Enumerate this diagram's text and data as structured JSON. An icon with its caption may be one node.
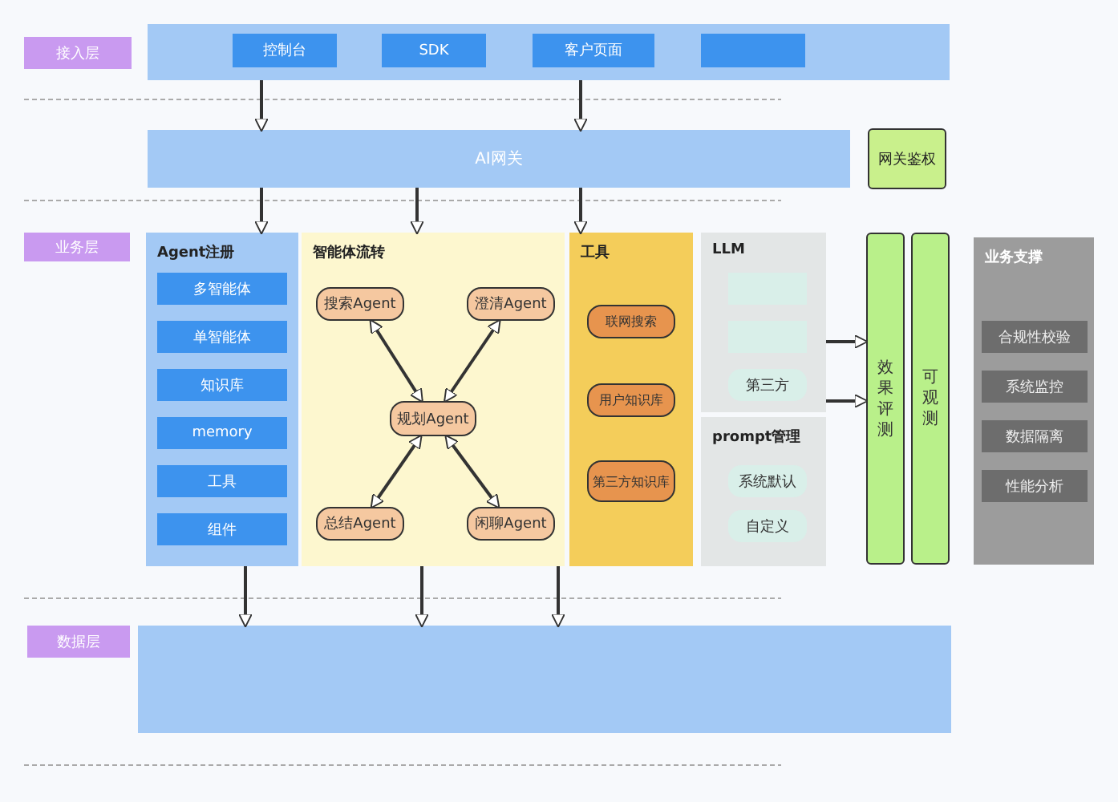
{
  "diagram": {
    "nodes": [
      {
        "text": [
          "接入层"
        ]
      },
      {
        "text": [],
        "shape": "box"
      },
      {
        "text": [
          "控制台"
        ],
        "in": 1
      },
      {
        "text": [
          "SDK"
        ],
        "in": 1
      },
      {
        "text": [
          "客户页面"
        ],
        "in": 1
      },
      {
        "text": [],
        "shape": "box",
        "in": 1
      },
      {
        "text": [
          "AI网关"
        ]
      },
      {
        "text": [
          "网关鉴权"
        ]
      },
      {
        "text": [
          "业务层"
        ]
      },
      {
        "text": [
          "Agent注册"
        ]
      },
      {
        "text": [
          "多智能体"
        ],
        "in": 9
      },
      {
        "text": [
          "单智能体"
        ],
        "in": 9
      },
      {
        "text": [
          "知识库"
        ],
        "in": 9
      },
      {
        "text": [
          "memory"
        ],
        "in": 9
      },
      {
        "text": [
          "工具"
        ],
        "in": 9
      },
      {
        "text": [
          "组件"
        ],
        "in": 9
      },
      {
        "text": [
          "智能体流转"
        ]
      },
      {
        "text": [
          "搜索Agent"
        ],
        "in": 16
      },
      {
        "text": [
          "澄清Agent"
        ],
        "in": 16
      },
      {
        "text": [
          "规划Agent"
        ],
        "in": 16
      },
      {
        "text": [
          "总结Agent"
        ],
        "in": 16
      },
      {
        "text": [
          "闲聊Agent"
        ],
        "in": 16
      },
      {
        "text": [
          "工具"
        ]
      },
      {
        "text": [
          "联网搜索"
        ],
        "in": 22
      },
      {
        "text": [
          "用户知识库"
        ],
        "in": 22
      },
      {
        "text": [
          "第三方知识库"
        ],
        "in": 22
      },
      {
        "text": [
          "LLM"
        ]
      },
      {
        "text": [],
        "shape": "box",
        "in": 26
      },
      {
        "text": [],
        "shape": "box",
        "in": 26
      },
      {
        "text": [
          "第三方"
        ],
        "in": 26
      },
      {
        "text": [
          "prompt管理"
        ]
      },
      {
        "text": [
          "系统默认"
        ],
        "in": 30
      },
      {
        "text": [
          "自定义"
        ],
        "in": 30
      },
      {
        "text": [
          "效果评测"
        ]
      },
      {
        "text": [
          "可观测"
        ]
      },
      {
        "text": [
          "业务支撑"
        ]
      },
      {
        "text": [
          "合规性校验"
        ],
        "in": 35
      },
      {
        "text": [
          "系统监控"
        ],
        "in": 35
      },
      {
        "text": [
          "数据隔离"
        ],
        "in": 35
      },
      {
        "text": [
          "性能分析"
        ],
        "in": 35
      },
      {
        "text": [
          "数据层"
        ]
      },
      {
        "text": [],
        "shape": "box"
      }
    ],
    "edges": [
      {
        "from": 1,
        "to": 6,
        "arrow": "to"
      },
      {
        "from": 1,
        "to": 6,
        "arrow": "to"
      },
      {
        "from": 6,
        "to": 9,
        "arrow": "to"
      },
      {
        "from": 6,
        "to": 16,
        "arrow": "to"
      },
      {
        "from": 6,
        "to": 22,
        "arrow": "to"
      },
      {
        "from": 17,
        "to": 19,
        "arrow": "both"
      },
      {
        "from": 18,
        "to": 19,
        "arrow": "both"
      },
      {
        "from": 20,
        "to": 19,
        "arrow": "both"
      },
      {
        "from": 21,
        "to": 19,
        "arrow": "both"
      },
      {
        "from": 26,
        "to": 33,
        "arrow": "to"
      },
      {
        "from": 30,
        "to": 33,
        "arrow": "to"
      },
      {
        "from": 9,
        "to": 41,
        "arrow": "to"
      },
      {
        "from": 16,
        "to": 41,
        "arrow": "to"
      },
      {
        "from": 22,
        "to": 41,
        "arrow": "to"
      }
    ]
  }
}
